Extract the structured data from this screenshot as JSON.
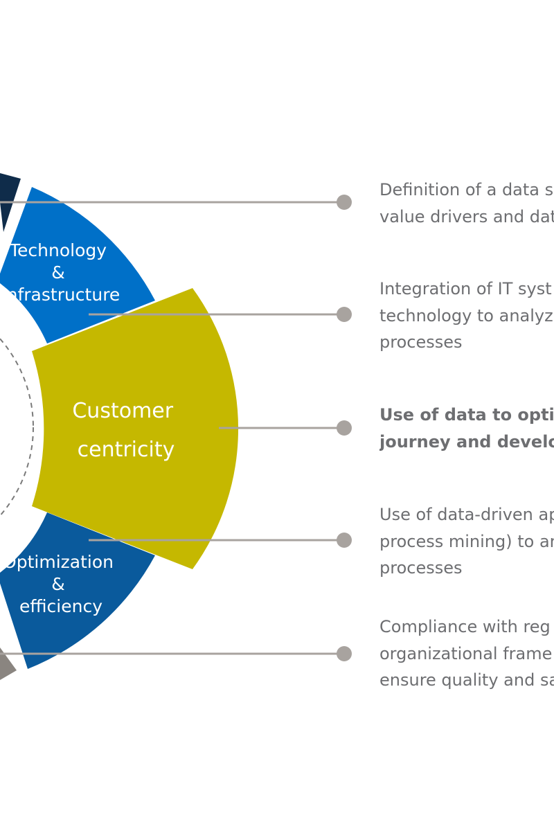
{
  "segments": {
    "technology": {
      "label_lines": [
        "Technology",
        "&",
        "infrastructure"
      ],
      "color": "#0070c8"
    },
    "customer": {
      "label_lines": [
        "Customer",
        "centricity"
      ],
      "color": "#c5b800"
    },
    "optimization": {
      "label_lines": [
        "Optimization",
        "&",
        "efficiency"
      ],
      "color": "#0a5a9c"
    },
    "top_partial": {
      "color": "#0f2c4a"
    },
    "bottom_partial": {
      "color": "#8a8580"
    }
  },
  "connector_color": "#a8a39f",
  "descriptions": [
    {
      "lines": [
        "Definition of a data s",
        "value drivers and dat"
      ],
      "bold": false
    },
    {
      "lines": [
        "Integration of IT syst",
        "technology to analyz",
        "processes"
      ],
      "bold": false
    },
    {
      "lines": [
        "Use of data to optim",
        "journey and develop"
      ],
      "bold": true
    },
    {
      "lines": [
        "Use of data-driven ap",
        "process mining) to ar",
        "processes"
      ],
      "bold": false
    },
    {
      "lines": [
        "Compliance with reg",
        "organizational frame",
        "ensure quality and sa"
      ],
      "bold": false
    }
  ]
}
